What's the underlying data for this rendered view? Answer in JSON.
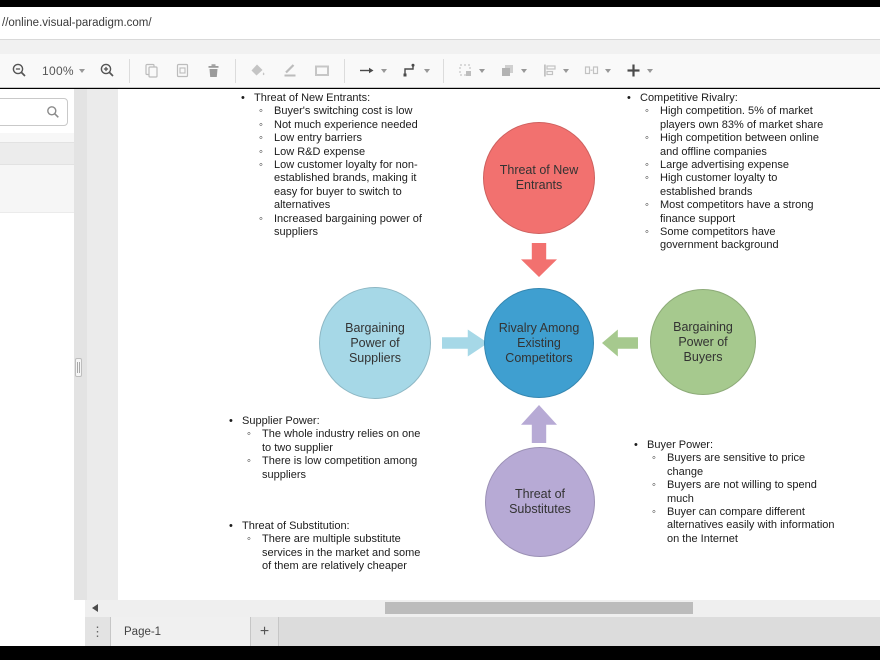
{
  "browser": {
    "url": "//online.visual-paradigm.com/"
  },
  "toolbar": {
    "zoom_level": "100%",
    "icons": [
      "zoom-out",
      "zoom-level-select",
      "zoom-in",
      "copy",
      "paste",
      "delete",
      "fill-color",
      "line-style",
      "shape-style",
      "arrow-style",
      "connector-style",
      "selection",
      "order",
      "align",
      "distribute",
      "insert"
    ]
  },
  "sidebar": {
    "search": {
      "value": "",
      "placeholder": ""
    }
  },
  "pages": {
    "current_tab": "Page-1",
    "add_label": "+",
    "menu_icon": "⋮"
  },
  "diagram": {
    "nodes": [
      {
        "label": "Threat of New Entrants",
        "color": "#f2716f"
      },
      {
        "label": "Bargaining Power of Suppliers",
        "color": "#a6d8e7"
      },
      {
        "label": "Rivalry Among Existing Competitors",
        "color": "#3f9fd0"
      },
      {
        "label": "Bargaining Power of Buyers",
        "color": "#a6c98e"
      },
      {
        "label": "Threat of Substitutes",
        "color": "#b7aad5"
      }
    ],
    "arrows": [
      {
        "name": "new-entrants-to-rivalry",
        "direction": "down",
        "color": "#f2716f"
      },
      {
        "name": "suppliers-to-rivalry",
        "direction": "right",
        "color": "#a6d8e7"
      },
      {
        "name": "buyers-to-rivalry",
        "direction": "left",
        "color": "#a6c98e"
      },
      {
        "name": "substitutes-to-rivalry",
        "direction": "up",
        "color": "#b7aad5"
      }
    ],
    "lists": [
      {
        "title": "Threat of New Entrants:",
        "items": [
          "Buyer's switching cost is low",
          "Not much experience needed",
          "Low entry barriers",
          "Low R&D expense",
          "Low customer loyalty for non-established brands, making it easy for buyer to switch to alternatives",
          "Increased bargaining power of suppliers"
        ]
      },
      {
        "title": "Competitive Rivalry:",
        "items": [
          "High competition. 5% of market players own 83% of market share",
          "High competition between online and offline companies",
          "Large advertising expense",
          "High customer loyalty to established brands",
          "Most competitors have a strong finance support",
          "Some competitors have government background"
        ]
      },
      {
        "title": "Supplier Power:",
        "items": [
          "The whole industry relies on one to two supplier",
          "There is low competition among suppliers"
        ]
      },
      {
        "title": "Threat of Substitution:",
        "items": [
          "There are multiple substitute services in the market and some of them are relatively cheaper"
        ]
      },
      {
        "title": "Buyer Power:",
        "items": [
          "Buyers are sensitive to price change",
          "Buyers are not willing to spend much",
          "Buyer can compare different alternatives easily with information on the Internet"
        ]
      }
    ]
  }
}
